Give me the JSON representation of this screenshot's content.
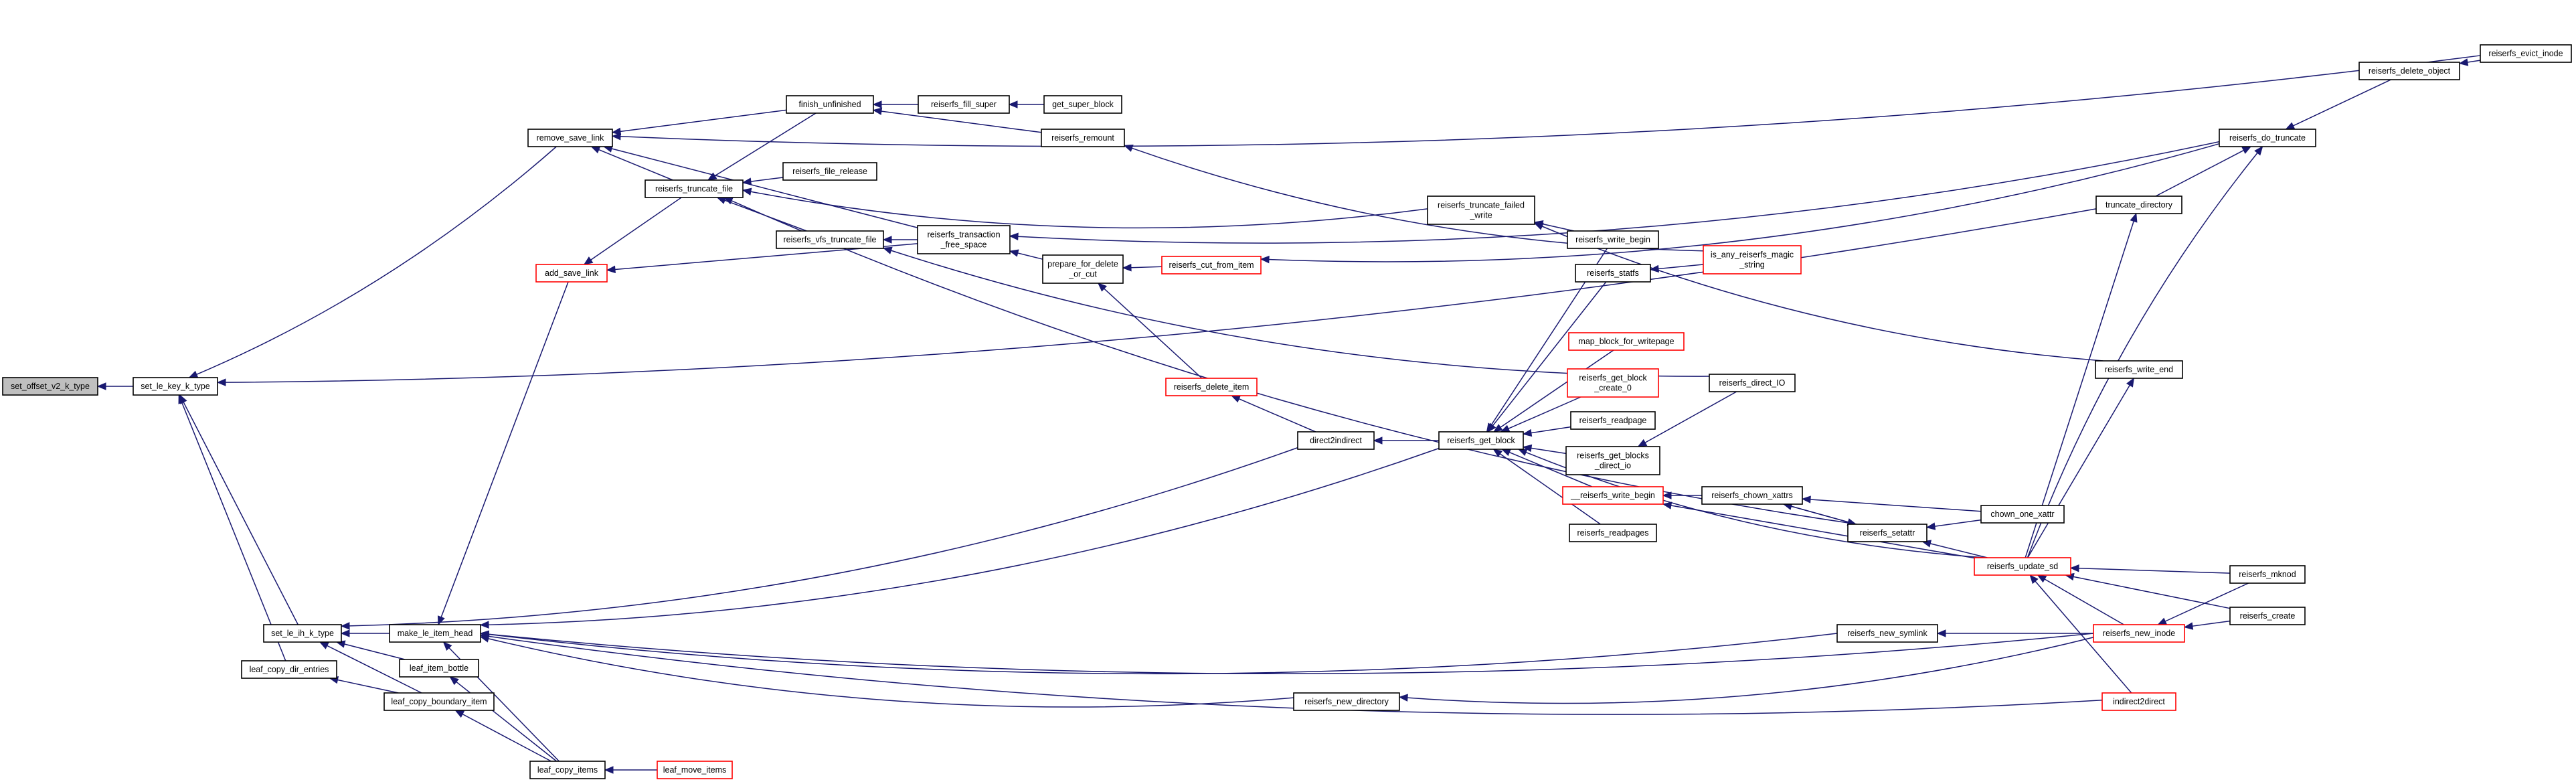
{
  "graph": {
    "colors": {
      "edge": "#191970",
      "node_border": "#000000",
      "node_border_truncated": "#ff0000",
      "root_fill": "#bfbfbf",
      "background": "#ffffff"
    },
    "nodes": [
      {
        "id": "n_set_offset_v2_k_type",
        "lines": [
          "set_offset_v2_k_type"
        ],
        "style": "root"
      },
      {
        "id": "n_set_le_key_k_type",
        "lines": [
          "set_le_key_k_type"
        ],
        "style": "black"
      },
      {
        "id": "n_set_le_ih_k_type",
        "lines": [
          "set_le_ih_k_type"
        ],
        "style": "black"
      },
      {
        "id": "n_leaf_copy_dir_entries",
        "lines": [
          "leaf_copy_dir_entries"
        ],
        "style": "black"
      },
      {
        "id": "n_leaf_item_bottle",
        "lines": [
          "leaf_item_bottle"
        ],
        "style": "black"
      },
      {
        "id": "n_leaf_copy_boundary_item",
        "lines": [
          "leaf_copy_boundary_item"
        ],
        "style": "black"
      },
      {
        "id": "n_leaf_copy_items",
        "lines": [
          "leaf_copy_items"
        ],
        "style": "black"
      },
      {
        "id": "n_leaf_move_items",
        "lines": [
          "leaf_move_items"
        ],
        "style": "red"
      },
      {
        "id": "n_make_le_item_head",
        "lines": [
          "make_le_item_head"
        ],
        "style": "black"
      },
      {
        "id": "n_remove_save_link",
        "lines": [
          "remove_save_link"
        ],
        "style": "black"
      },
      {
        "id": "n_add_save_link",
        "lines": [
          "add_save_link"
        ],
        "style": "red"
      },
      {
        "id": "n_reiserfs_truncate_file",
        "lines": [
          "reiserfs_truncate_file"
        ],
        "style": "black"
      },
      {
        "id": "n_finish_unfinished",
        "lines": [
          "finish_unfinished"
        ],
        "style": "black"
      },
      {
        "id": "n_reiserfs_file_release",
        "lines": [
          "reiserfs_file_release"
        ],
        "style": "black"
      },
      {
        "id": "n_reiserfs_vfs_truncate_file",
        "lines": [
          "reiserfs_vfs_truncate_file"
        ],
        "style": "black"
      },
      {
        "id": "n_reiserfs_transaction_free_space",
        "lines": [
          "reiserfs_transaction",
          "_free_space"
        ],
        "style": "black"
      },
      {
        "id": "n_reiserfs_fill_super",
        "lines": [
          "reiserfs_fill_super"
        ],
        "style": "black"
      },
      {
        "id": "n_get_super_block",
        "lines": [
          "get_super_block"
        ],
        "style": "black"
      },
      {
        "id": "n_reiserfs_remount",
        "lines": [
          "reiserfs_remount"
        ],
        "style": "black"
      },
      {
        "id": "n_prepare_for_delete_or_cut",
        "lines": [
          "prepare_for_delete",
          "_or_cut"
        ],
        "style": "black"
      },
      {
        "id": "n_reiserfs_cut_from_item",
        "lines": [
          "reiserfs_cut_from_item"
        ],
        "style": "red"
      },
      {
        "id": "n_reiserfs_delete_item",
        "lines": [
          "reiserfs_delete_item"
        ],
        "style": "red"
      },
      {
        "id": "n_direct2indirect",
        "lines": [
          "direct2indirect"
        ],
        "style": "black"
      },
      {
        "id": "n_reiserfs_get_block",
        "lines": [
          "reiserfs_get_block"
        ],
        "style": "black"
      },
      {
        "id": "n_reiserfs_truncate_failed_write",
        "lines": [
          "reiserfs_truncate_failed",
          "_write"
        ],
        "style": "black"
      },
      {
        "id": "n_reiserfs_write_begin",
        "lines": [
          "reiserfs_write_begin"
        ],
        "style": "black"
      },
      {
        "id": "n_reiserfs_statfs",
        "lines": [
          "reiserfs_statfs"
        ],
        "style": "black"
      },
      {
        "id": "n_is_any_reiserfs_magic_string",
        "lines": [
          "is_any_reiserfs_magic",
          "_string"
        ],
        "style": "red"
      },
      {
        "id": "n_map_block_for_writepage",
        "lines": [
          "map_block_for_writepage"
        ],
        "style": "red"
      },
      {
        "id": "n_reiserfs_get_block_create_0",
        "lines": [
          "reiserfs_get_block",
          "_create_0"
        ],
        "style": "red"
      },
      {
        "id": "n_reiserfs_readpage",
        "lines": [
          "reiserfs_readpage"
        ],
        "style": "black"
      },
      {
        "id": "n_reiserfs_get_blocks_direct_io",
        "lines": [
          "reiserfs_get_blocks",
          "_direct_io"
        ],
        "style": "black"
      },
      {
        "id": "n___reiserfs_write_begin",
        "lines": [
          "__reiserfs_write_begin"
        ],
        "style": "red"
      },
      {
        "id": "n_reiserfs_readpages",
        "lines": [
          "reiserfs_readpages"
        ],
        "style": "black"
      },
      {
        "id": "n_reiserfs_direct_IO",
        "lines": [
          "reiserfs_direct_IO"
        ],
        "style": "black"
      },
      {
        "id": "n_reiserfs_chown_xattrs",
        "lines": [
          "reiserfs_chown_xattrs"
        ],
        "style": "black"
      },
      {
        "id": "n_reiserfs_setattr",
        "lines": [
          "reiserfs_setattr"
        ],
        "style": "black"
      },
      {
        "id": "n_chown_one_xattr",
        "lines": [
          "chown_one_xattr"
        ],
        "style": "black"
      },
      {
        "id": "n_reiserfs_update_sd",
        "lines": [
          "reiserfs_update_sd"
        ],
        "style": "red"
      },
      {
        "id": "n_reiserfs_new_symlink",
        "lines": [
          "reiserfs_new_symlink"
        ],
        "style": "black"
      },
      {
        "id": "n_reiserfs_new_directory",
        "lines": [
          "reiserfs_new_directory"
        ],
        "style": "black"
      },
      {
        "id": "n_reiserfs_new_inode",
        "lines": [
          "reiserfs_new_inode"
        ],
        "style": "red"
      },
      {
        "id": "n_indirect2direct",
        "lines": [
          "indirect2direct"
        ],
        "style": "red"
      },
      {
        "id": "n_reiserfs_mknod",
        "lines": [
          "reiserfs_mknod"
        ],
        "style": "black"
      },
      {
        "id": "n_reiserfs_create",
        "lines": [
          "reiserfs_create"
        ],
        "style": "black"
      },
      {
        "id": "n_reiserfs_write_end",
        "lines": [
          "reiserfs_write_end"
        ],
        "style": "black"
      },
      {
        "id": "n_truncate_directory",
        "lines": [
          "truncate_directory"
        ],
        "style": "black"
      },
      {
        "id": "n_reiserfs_do_truncate",
        "lines": [
          "reiserfs_do_truncate"
        ],
        "style": "black"
      },
      {
        "id": "n_reiserfs_delete_object",
        "lines": [
          "reiserfs_delete_object"
        ],
        "style": "black"
      },
      {
        "id": "n_reiserfs_evict_inode",
        "lines": [
          "reiserfs_evict_inode"
        ],
        "style": "black"
      }
    ],
    "edges": [
      {
        "from": "n_set_le_key_k_type",
        "to": "n_set_offset_v2_k_type"
      },
      {
        "from": "n_set_le_ih_k_type",
        "to": "n_set_le_key_k_type"
      },
      {
        "from": "n_leaf_copy_dir_entries",
        "to": "n_set_le_key_k_type"
      },
      {
        "from": "n_remove_save_link",
        "to": "n_set_le_key_k_type"
      },
      {
        "from": "n_truncate_directory",
        "to": "n_set_le_key_k_type"
      },
      {
        "from": "n_leaf_item_bottle",
        "to": "n_set_le_ih_k_type"
      },
      {
        "from": "n_leaf_copy_boundary_item",
        "to": "n_set_le_ih_k_type"
      },
      {
        "from": "n_make_le_item_head",
        "to": "n_set_le_ih_k_type"
      },
      {
        "from": "n_direct2indirect",
        "to": "n_set_le_ih_k_type"
      },
      {
        "from": "n_leaf_copy_boundary_item",
        "to": "n_leaf_copy_dir_entries"
      },
      {
        "from": "n_leaf_copy_items",
        "to": "n_leaf_copy_boundary_item"
      },
      {
        "from": "n_leaf_copy_items",
        "to": "n_leaf_item_bottle"
      },
      {
        "from": "n_leaf_move_items",
        "to": "n_leaf_copy_items"
      },
      {
        "from": "n_leaf_copy_items",
        "to": "n_make_le_item_head"
      },
      {
        "from": "n_add_save_link",
        "to": "n_make_le_item_head"
      },
      {
        "from": "n_reiserfs_get_block",
        "to": "n_make_le_item_head"
      },
      {
        "from": "n_reiserfs_new_symlink",
        "to": "n_make_le_item_head"
      },
      {
        "from": "n_reiserfs_new_directory",
        "to": "n_make_le_item_head"
      },
      {
        "from": "n_reiserfs_new_inode",
        "to": "n_make_le_item_head"
      },
      {
        "from": "n_indirect2direct",
        "to": "n_make_le_item_head"
      },
      {
        "from": "n_reiserfs_truncate_file",
        "to": "n_remove_save_link"
      },
      {
        "from": "n_finish_unfinished",
        "to": "n_remove_save_link"
      },
      {
        "from": "n_reiserfs_transaction_free_space",
        "to": "n_remove_save_link"
      },
      {
        "from": "n_reiserfs_evict_inode",
        "to": "n_remove_save_link"
      },
      {
        "from": "n_reiserfs_truncate_file",
        "to": "n_add_save_link"
      },
      {
        "from": "n_reiserfs_transaction_free_space",
        "to": "n_add_save_link"
      },
      {
        "from": "n_finish_unfinished",
        "to": "n_reiserfs_truncate_file"
      },
      {
        "from": "n_reiserfs_file_release",
        "to": "n_reiserfs_truncate_file"
      },
      {
        "from": "n_reiserfs_vfs_truncate_file",
        "to": "n_reiserfs_truncate_file"
      },
      {
        "from": "n_reiserfs_truncate_failed_write",
        "to": "n_reiserfs_truncate_file"
      },
      {
        "from": "n_reiserfs_setattr",
        "to": "n_reiserfs_truncate_file"
      },
      {
        "from": "n_reiserfs_fill_super",
        "to": "n_finish_unfinished"
      },
      {
        "from": "n_reiserfs_remount",
        "to": "n_finish_unfinished"
      },
      {
        "from": "n_get_super_block",
        "to": "n_reiserfs_fill_super"
      },
      {
        "from": "n_is_any_reiserfs_magic_string",
        "to": "n_reiserfs_remount"
      },
      {
        "from": "n_reiserfs_transaction_free_space",
        "to": "n_reiserfs_vfs_truncate_file"
      },
      {
        "from": "n_reiserfs_direct_IO",
        "to": "n_reiserfs_vfs_truncate_file"
      },
      {
        "from": "n_prepare_for_delete_or_cut",
        "to": "n_reiserfs_transaction_free_space"
      },
      {
        "from": "n_reiserfs_do_truncate",
        "to": "n_reiserfs_transaction_free_space"
      },
      {
        "from": "n_reiserfs_cut_from_item",
        "to": "n_prepare_for_delete_or_cut"
      },
      {
        "from": "n_reiserfs_delete_item",
        "to": "n_prepare_for_delete_or_cut"
      },
      {
        "from": "n_reiserfs_do_truncate",
        "to": "n_reiserfs_cut_from_item"
      },
      {
        "from": "n_direct2indirect",
        "to": "n_reiserfs_delete_item"
      },
      {
        "from": "n_reiserfs_get_block",
        "to": "n_direct2indirect"
      },
      {
        "from": "n_reiserfs_write_begin",
        "to": "n_reiserfs_get_block"
      },
      {
        "from": "n_reiserfs_statfs",
        "to": "n_reiserfs_get_block"
      },
      {
        "from": "n_map_block_for_writepage",
        "to": "n_reiserfs_get_block"
      },
      {
        "from": "n_reiserfs_get_block_create_0",
        "to": "n_reiserfs_get_block"
      },
      {
        "from": "n_reiserfs_readpage",
        "to": "n_reiserfs_get_block"
      },
      {
        "from": "n_reiserfs_get_blocks_direct_io",
        "to": "n_reiserfs_get_block"
      },
      {
        "from": "n___reiserfs_write_begin",
        "to": "n_reiserfs_get_block"
      },
      {
        "from": "n_reiserfs_readpages",
        "to": "n_reiserfs_get_block"
      },
      {
        "from": "n_reiserfs_update_sd",
        "to": "n_reiserfs_get_block"
      },
      {
        "from": "n_reiserfs_write_begin",
        "to": "n_reiserfs_truncate_failed_write"
      },
      {
        "from": "n_reiserfs_write_end",
        "to": "n_reiserfs_truncate_failed_write"
      },
      {
        "from": "n_is_any_reiserfs_magic_string",
        "to": "n_reiserfs_statfs"
      },
      {
        "from": "n_reiserfs_direct_IO",
        "to": "n_reiserfs_get_blocks_direct_io"
      },
      {
        "from": "n_reiserfs_chown_xattrs",
        "to": "n___reiserfs_write_begin"
      },
      {
        "from": "n_reiserfs_setattr",
        "to": "n_reiserfs_chown_xattrs"
      },
      {
        "from": "n_chown_one_xattr",
        "to": "n_reiserfs_chown_xattrs"
      },
      {
        "from": "n_reiserfs_chown_xattrs",
        "to": "n_reiserfs_setattr"
      },
      {
        "from": "n_chown_one_xattr",
        "to": "n_reiserfs_setattr"
      },
      {
        "from": "n_reiserfs_update_sd",
        "to": "n_reiserfs_setattr"
      },
      {
        "from": "n_reiserfs_update_sd",
        "to": "n___reiserfs_write_begin"
      },
      {
        "from": "n_reiserfs_update_sd",
        "to": "n_reiserfs_truncate_directory_placeholder"
      },
      {
        "from": "n_reiserfs_new_inode",
        "to": "n_reiserfs_new_symlink"
      },
      {
        "from": "n_reiserfs_new_inode",
        "to": "n_reiserfs_new_directory"
      },
      {
        "from": "n_reiserfs_new_inode",
        "to": "n_reiserfs_update_sd"
      },
      {
        "from": "n_reiserfs_mknod",
        "to": "n_reiserfs_update_sd"
      },
      {
        "from": "n_reiserfs_create",
        "to": "n_reiserfs_update_sd"
      },
      {
        "from": "n_indirect2direct",
        "to": "n_reiserfs_update_sd"
      },
      {
        "from": "n_reiserfs_mknod",
        "to": "n_reiserfs_new_inode"
      },
      {
        "from": "n_reiserfs_create",
        "to": "n_reiserfs_new_inode"
      },
      {
        "from": "n_reiserfs_update_sd",
        "to": "n_reiserfs_write_end"
      },
      {
        "from": "n_reiserfs_update_sd",
        "to": "n_truncate_directory"
      },
      {
        "from": "n_reiserfs_update_sd",
        "to": "n_reiserfs_do_truncate"
      },
      {
        "from": "n_truncate_directory",
        "to": "n_reiserfs_do_truncate"
      },
      {
        "from": "n_reiserfs_delete_object",
        "to": "n_reiserfs_do_truncate"
      },
      {
        "from": "n_reiserfs_evict_inode",
        "to": "n_reiserfs_delete_object"
      }
    ]
  }
}
